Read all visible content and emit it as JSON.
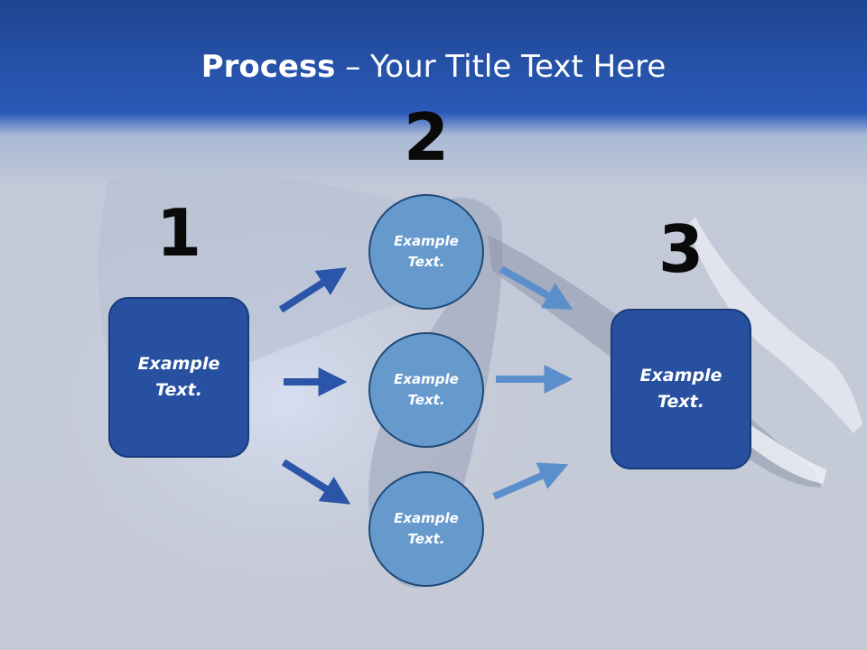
{
  "slide": {
    "title_bold": "Process",
    "title_rest": " – Your Title Text Here"
  },
  "steps": {
    "one": "1",
    "two": "2",
    "three": "3"
  },
  "nodes": {
    "left_box": "Example\nText.",
    "circle_top": "Example\nText.",
    "circle_middle": "Example\nText.",
    "circle_bottom": "Example\nText.",
    "right_box": "Example\nText."
  },
  "colors": {
    "dark_blue": "#2850a0",
    "light_blue": "#6699cc",
    "arrow_dark": "#2a55a8",
    "arrow_light": "#5b8fcc"
  }
}
